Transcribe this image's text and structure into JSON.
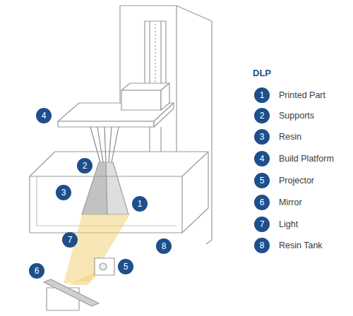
{
  "diagram": {
    "title": "DLP",
    "nodes": [
      {
        "text": [
          "4"
        ]
      },
      {
        "text": [
          "2"
        ]
      },
      {
        "text": [
          "3"
        ]
      },
      {
        "text": [
          "1"
        ]
      },
      {
        "text": [
          "7"
        ]
      },
      {
        "text": [
          "8"
        ]
      },
      {
        "text": [
          "6"
        ]
      },
      {
        "text": [
          "5"
        ]
      },
      {
        "text": [
          "1",
          "Printed Part"
        ]
      },
      {
        "text": [
          "2",
          "Supports"
        ]
      },
      {
        "text": [
          "3",
          "Resin"
        ]
      },
      {
        "text": [
          "4",
          "Build Platform"
        ]
      },
      {
        "text": [
          "5",
          "Projector"
        ]
      },
      {
        "text": [
          "6",
          "Mirror"
        ]
      },
      {
        "text": [
          "7",
          "Light"
        ]
      },
      {
        "text": [
          "8",
          "Resin Tank"
        ]
      }
    ]
  }
}
